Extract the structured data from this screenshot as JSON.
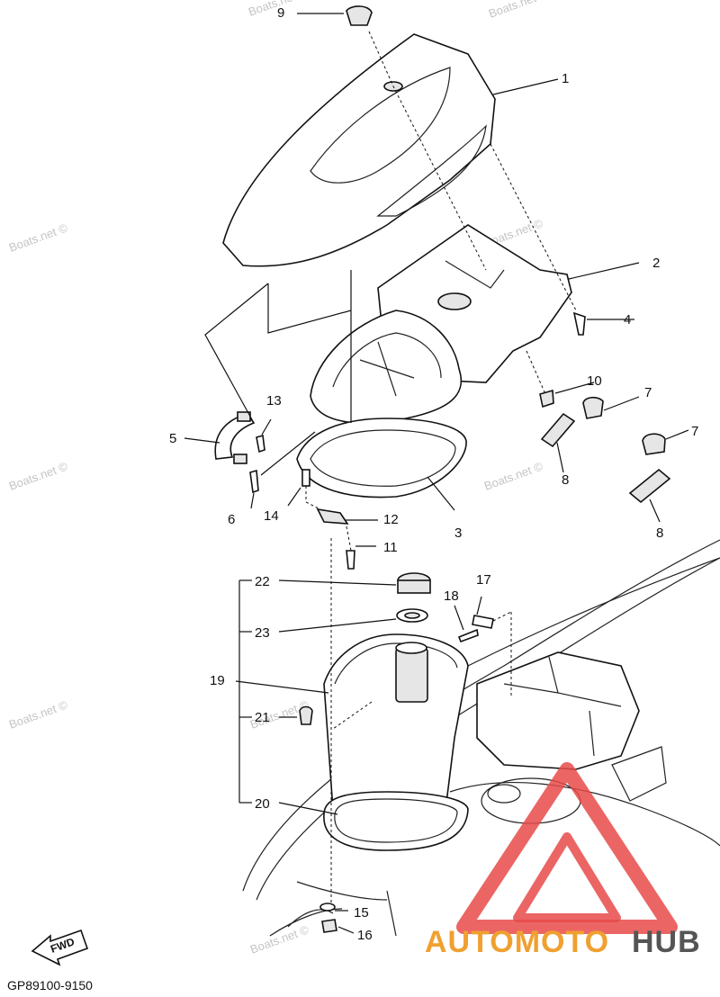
{
  "diagram": {
    "callouts": [
      "1",
      "2",
      "3",
      "4",
      "5",
      "6",
      "7",
      "7",
      "8",
      "8",
      "9",
      "10",
      "11",
      "12",
      "13",
      "14",
      "15",
      "16",
      "17",
      "18",
      "19",
      "20",
      "21",
      "22",
      "23"
    ],
    "watermark_text": "Boats.net ©",
    "diagram_code": "GP89100-9150",
    "fwd_label": "FWD",
    "logo": {
      "text_part1": "AUTOMOTO",
      "text_part2": "HUB",
      "color_primary": "#f0a030",
      "color_secondary": "#555555",
      "triangle_color": "#e84a4a"
    }
  }
}
